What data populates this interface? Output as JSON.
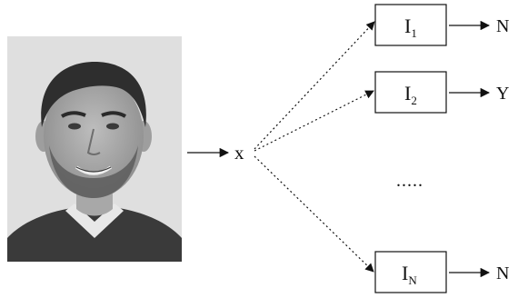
{
  "diagram": {
    "input_label": "x",
    "ellipsis": ".....",
    "classifiers": [
      {
        "symbol": "I",
        "subscript": "1",
        "output": "N"
      },
      {
        "symbol": "I",
        "subscript": "2",
        "output": "Y"
      },
      {
        "symbol": "I",
        "subscript": "N",
        "output": "N"
      }
    ]
  },
  "photo": {
    "description_icon": "face-photo-icon"
  },
  "colors": {
    "ink": "#111111",
    "photo_background": "#d9d9d9"
  }
}
